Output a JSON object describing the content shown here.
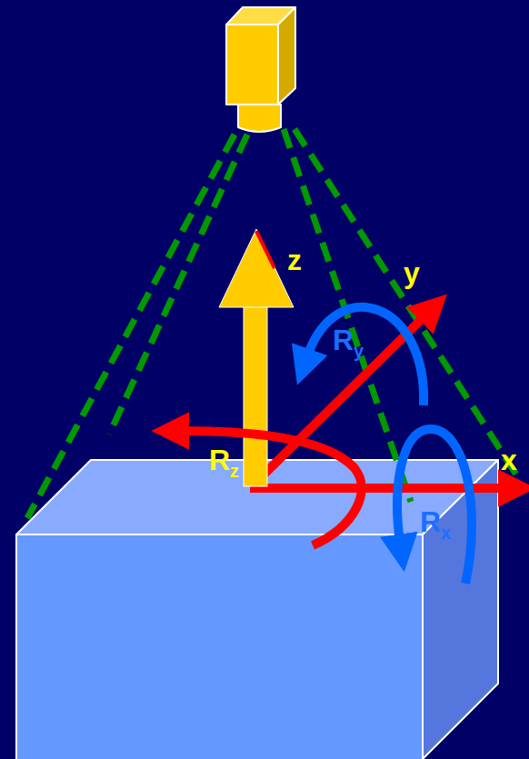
{
  "diagram": {
    "labels": [
      "z",
      "y",
      "x",
      "R",
      "z",
      "R",
      "y",
      "R",
      "x"
    ]
  }
}
